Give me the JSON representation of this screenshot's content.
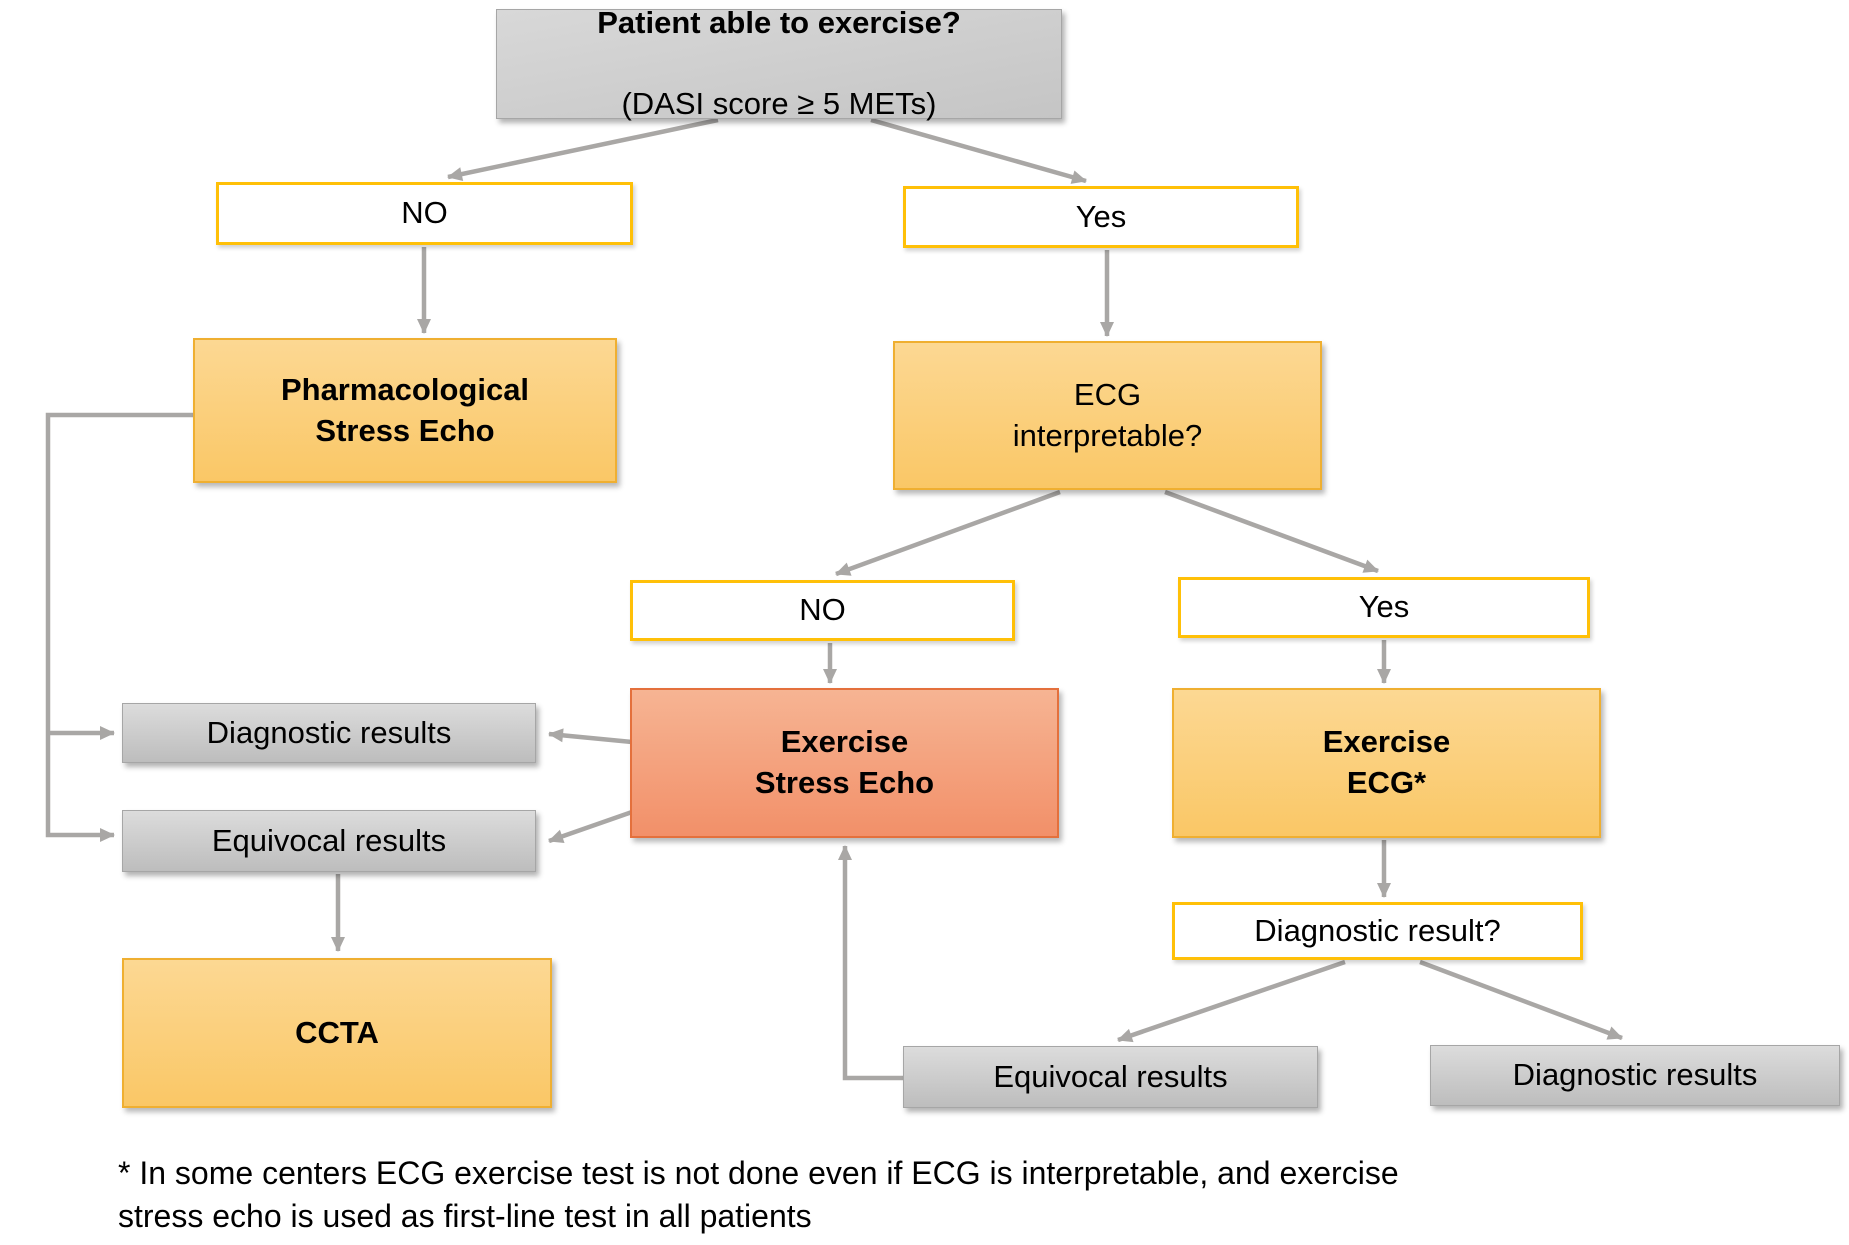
{
  "colors": {
    "orange_fill_top": "#FCD893",
    "orange_fill_bottom": "#FAC766",
    "orange_border": "#EFAF31",
    "salmon_fill_top": "#F6B493",
    "salmon_fill_bottom": "#F29069",
    "salmon_border": "#E4703C",
    "gray_fill_top": "#DCDCDC",
    "gray_fill_bottom": "#BDBDBD",
    "gray_border": "#A6A6A6",
    "title_fill_top": "#D8D8D8",
    "title_fill_bottom": "#C5C5C5",
    "gold_border": "#FFC008",
    "arrow_color": "#A9A7A5",
    "text_color": "#000000"
  },
  "nodes": {
    "root_question": {
      "line1": "Patient able to exercise?",
      "line2": "(DASI score ≥ 5 METs)"
    },
    "no_top": "NO",
    "yes_top": "Yes",
    "pharmacological_stress_echo": "Pharmacological\nStress Echo",
    "ecg_interpretable": "ECG\ninterpretable?",
    "no_mid": "NO",
    "yes_mid": "Yes",
    "exercise_stress_echo": "Exercise\nStress Echo",
    "exercise_ecg": "Exercise\nECG*",
    "diagnostic_results_left": "Diagnostic results",
    "equivocal_results_left": "Equivocal results",
    "ccta": "CCTA",
    "diagnostic_result_question": "Diagnostic result?",
    "equivocal_results_bottom": "Equivocal results",
    "diagnostic_results_bottom": "Diagnostic results"
  },
  "footnote": "* In some centers ECG exercise test is not done even if ECG is interpretable, and exercise\nstress echo is used as first-line test in all patients"
}
